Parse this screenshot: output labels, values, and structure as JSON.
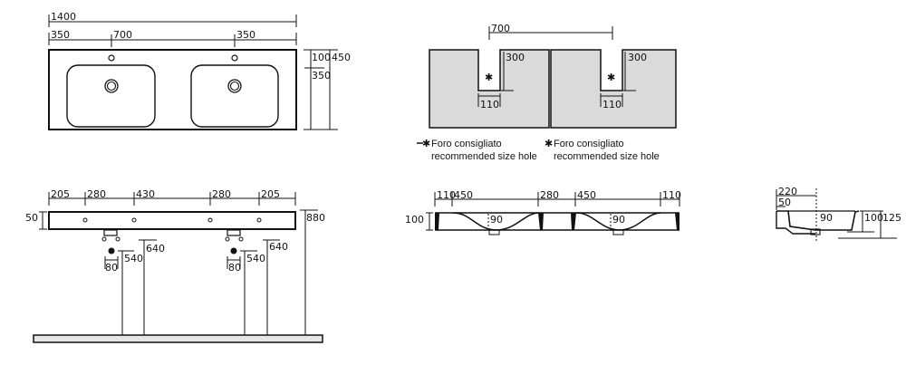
{
  "drawing": {
    "type": "technical-drawing",
    "subject": "double washbasin 1400",
    "colors": {
      "line": "#111111",
      "panel_fill": "#dadada",
      "floor_fill": "#e6e6e6",
      "background": "#ffffff"
    }
  },
  "top_view": {
    "overall_width": "1400",
    "seg_left": "350",
    "seg_mid": "700",
    "seg_right": "350",
    "depth_tap": "100",
    "depth_total": "450",
    "depth_bowl": "350"
  },
  "cutout_view": {
    "spacing": "700",
    "notch_depth_left": "300",
    "notch_depth_right": "300",
    "notch_width_left": "110",
    "notch_width_right": "110",
    "marker_glyph": "✱",
    "legend": [
      {
        "prefix": "—✱",
        "line1": "Foro consigliato",
        "line2": "recommended size hole"
      },
      {
        "prefix": "✱",
        "line1": "Foro consigliato",
        "line2": "recommended size hole"
      }
    ]
  },
  "front_view": {
    "segments": [
      "205",
      "280",
      "430",
      "280",
      "205"
    ],
    "thickness": "50",
    "height_top": "880",
    "left": {
      "hole_spacing": "80",
      "drain_height": "540",
      "supply_height": "640"
    },
    "right": {
      "hole_spacing": "80",
      "drain_height": "540",
      "supply_height": "640"
    }
  },
  "section_view": {
    "segments": [
      "110",
      "450",
      "280",
      "450",
      "110"
    ],
    "height": "100",
    "bowl_depth_left": "90",
    "bowl_depth_right": "90"
  },
  "side_view": {
    "depth_220": "220",
    "depth_50": "50",
    "bowl_depth": "90",
    "height_100": "100",
    "height_125": "125"
  }
}
